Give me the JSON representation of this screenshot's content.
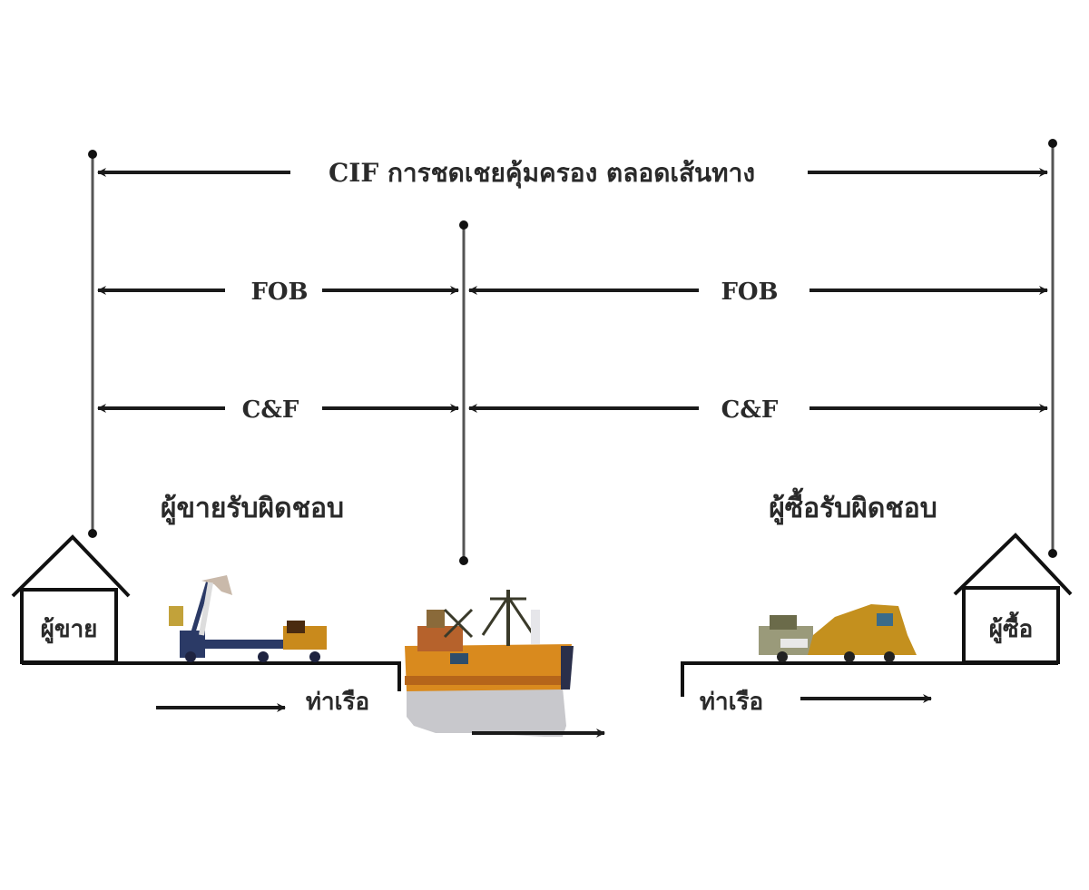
{
  "diagram": {
    "title": "Incoterms responsibility diagram",
    "cif_label": "CIF การชดเชยคุ้มครอง ตลอดเส้นทาง",
    "fob_left_label": "FOB",
    "fob_right_label": "FOB",
    "cf_left_label": "C&F",
    "cf_right_label": "C&F",
    "seller_responsible": "ผู้ขายรับผิดชอบ",
    "buyer_responsible": "ผู้ซื้อรับผิดชอบ",
    "seller_house_label": "ผู้ขาย",
    "buyer_house_label": "ผู้ซื้อ",
    "port_left_label": "ท่าเรือ",
    "port_right_label": "ท่าเรือ",
    "colors": {
      "line": "#1a1a1a",
      "ship_hull": "#d98a1e",
      "truck_cab": "#c98a1c",
      "truck_frame": "#2b3a66",
      "sea": "#c8c8cc"
    }
  }
}
